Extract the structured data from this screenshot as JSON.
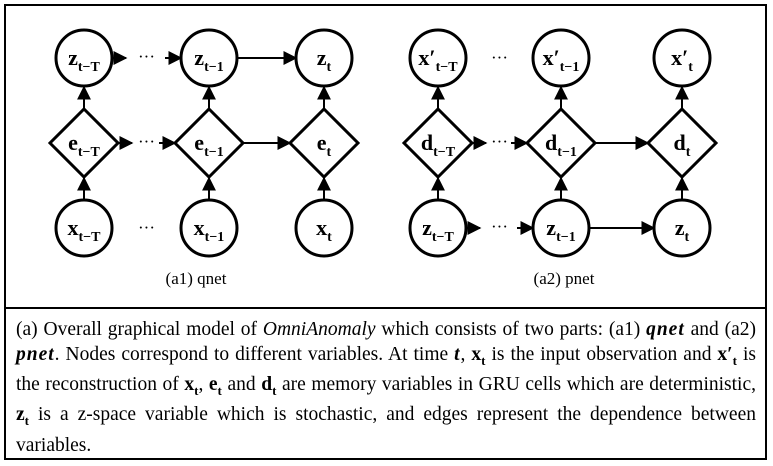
{
  "figure": {
    "panel_a1": {
      "caption": "(a1) qnet",
      "rows": [
        {
          "var": "z",
          "nodes": [
            "t−T",
            "t−1",
            "t"
          ],
          "shape": "circle"
        },
        {
          "var": "e",
          "nodes": [
            "t−T",
            "t−1",
            "t"
          ],
          "shape": "diamond"
        },
        {
          "var": "x",
          "nodes": [
            "t−T",
            "t−1",
            "t"
          ],
          "shape": "circle"
        }
      ]
    },
    "panel_a2": {
      "caption": "(a2) pnet",
      "rows": [
        {
          "var": "x′",
          "nodes": [
            "t−T",
            "t−1",
            "t"
          ],
          "shape": "circle"
        },
        {
          "var": "d",
          "nodes": [
            "t−T",
            "t−1",
            "t"
          ],
          "shape": "diamond"
        },
        {
          "var": "z",
          "nodes": [
            "t−T",
            "t−1",
            "t"
          ],
          "shape": "circle"
        }
      ]
    },
    "ellipsis": "···"
  },
  "caption": {
    "prefix": "(a)  Overall graphical model of ",
    "model_name": "OmniAnomaly",
    "part1": " which consists of two parts: (a1) ",
    "qnet": "qnet",
    "part2": " and (a2) ",
    "pnet": "pnet",
    "part3": ". Nodes correspond to different variables. At time ",
    "t": "t",
    "part4": ", ",
    "x": "x",
    "sub_t": "t",
    "part5": " is the input observation and ",
    "xprime": "x′",
    "part6": " is the reconstruction of ",
    "part7": ", ",
    "e": "e",
    "part8": " and ",
    "d": "d",
    "part9": " are memory variables in GRU cells which are deterministic, ",
    "z": "z",
    "part10": " is a z-space variable which is stochastic, and edges represent the dependence between variables."
  }
}
